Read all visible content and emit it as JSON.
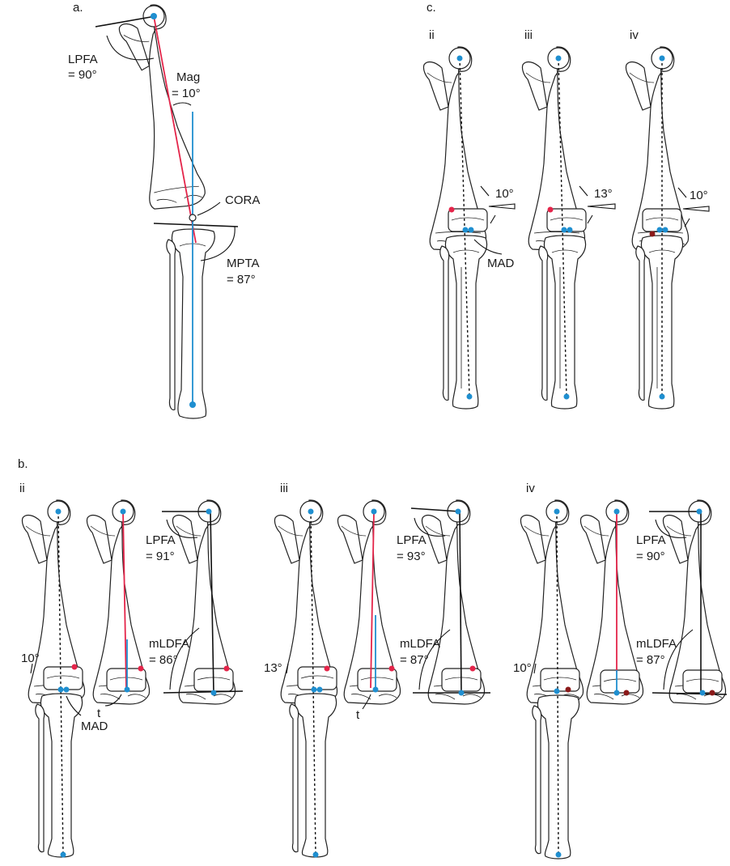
{
  "colors": {
    "red": "#e4254a",
    "blue": "#1f8fd0",
    "darkred": "#8b1a1a",
    "ink": "#222222"
  },
  "panels": {
    "a": "a.",
    "b": "b.",
    "c": "c.",
    "ii": "ii",
    "iii": "iii",
    "iv": "iv"
  },
  "a": {
    "lpfa_name": "LPFA",
    "lpfa_val": "= 90°",
    "mag_name": "Mag",
    "mag_val": "= 10°",
    "cora": "CORA",
    "mpta_name": "MPTA",
    "mpta_val": "= 87°"
  },
  "b": {
    "ii": {
      "angle": "10°",
      "t": "t",
      "mad": "MAD",
      "lpfa_name": "LPFA",
      "lpfa_val": "= 91°",
      "mldfa_name": "mLDFA",
      "mldfa_val": "= 86°"
    },
    "iii": {
      "angle": "13°",
      "t": "t",
      "lpfa_name": "LPFA",
      "lpfa_val": "= 93°",
      "mldfa_name": "mLDFA",
      "mldfa_val": "= 87°"
    },
    "iv": {
      "angle": "10°",
      "lpfa_name": "LPFA",
      "lpfa_val": "= 90°",
      "mldfa_name": "mLDFA",
      "mldfa_val": "= 87°"
    }
  },
  "c": {
    "ii": {
      "angle": "10°",
      "mad": "MAD"
    },
    "iii": {
      "angle": "13°"
    },
    "iv": {
      "angle": "10°"
    }
  }
}
